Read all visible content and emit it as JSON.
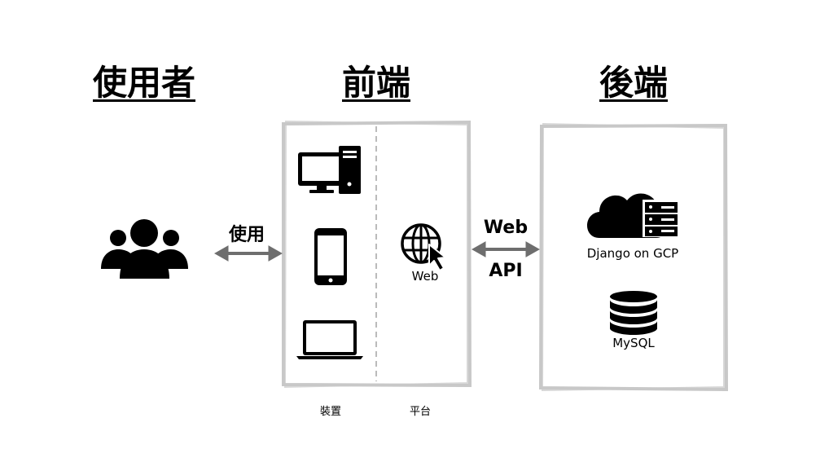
{
  "headings": {
    "user": "使用者",
    "frontend": "前端",
    "backend": "後端"
  },
  "connectors": {
    "use": "使用",
    "api_top": "Web",
    "api_bottom": "API"
  },
  "frontend": {
    "web_label": "Web",
    "device_caption": "裝置",
    "platform_caption": "平台"
  },
  "backend": {
    "server_label": "Django on GCP",
    "db_label": "MySQL"
  },
  "icons": [
    "users-icon",
    "desktop-computer-icon",
    "smartphone-icon",
    "laptop-icon",
    "web-globe-cursor-icon",
    "cloud-server-icon",
    "database-icon"
  ],
  "colors": {
    "frame": "#c8c8c8",
    "divider": "#bbbbbb",
    "arrow": "#6e6e6e",
    "ink": "#000000"
  }
}
